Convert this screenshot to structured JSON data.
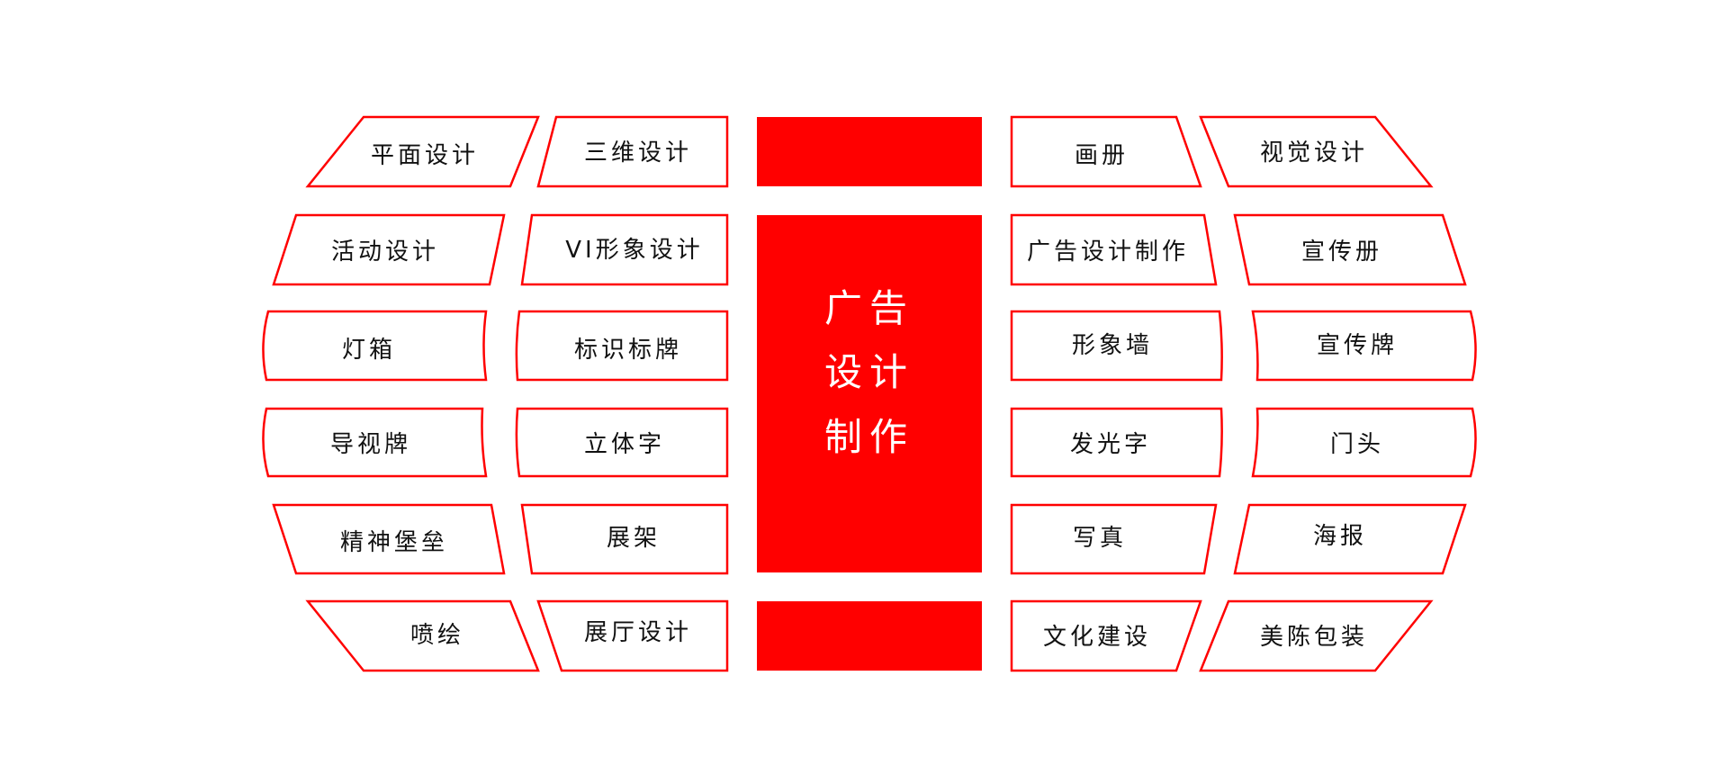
{
  "colors": {
    "accent": "#ff0000",
    "text": "#111111",
    "background": "#ffffff",
    "center_text": "#ffffff"
  },
  "center": {
    "line1": "广告",
    "line2": "设计",
    "line3": "制作"
  },
  "left_outer": [
    "平面设计",
    "活动设计",
    "灯箱",
    "导视牌",
    "精神堡垒",
    "喷绘"
  ],
  "left_inner": [
    "三维设计",
    "VI形象设计",
    "标识标牌",
    "立体字",
    "展架",
    "展厅设计"
  ],
  "right_inner": [
    "画册",
    "广告设计制作",
    "形象墙",
    "发光字",
    "写真",
    "文化建设"
  ],
  "right_outer": [
    "视觉设计",
    "宣传册",
    "宣传牌",
    "门头",
    "海报",
    "美陈包装"
  ]
}
